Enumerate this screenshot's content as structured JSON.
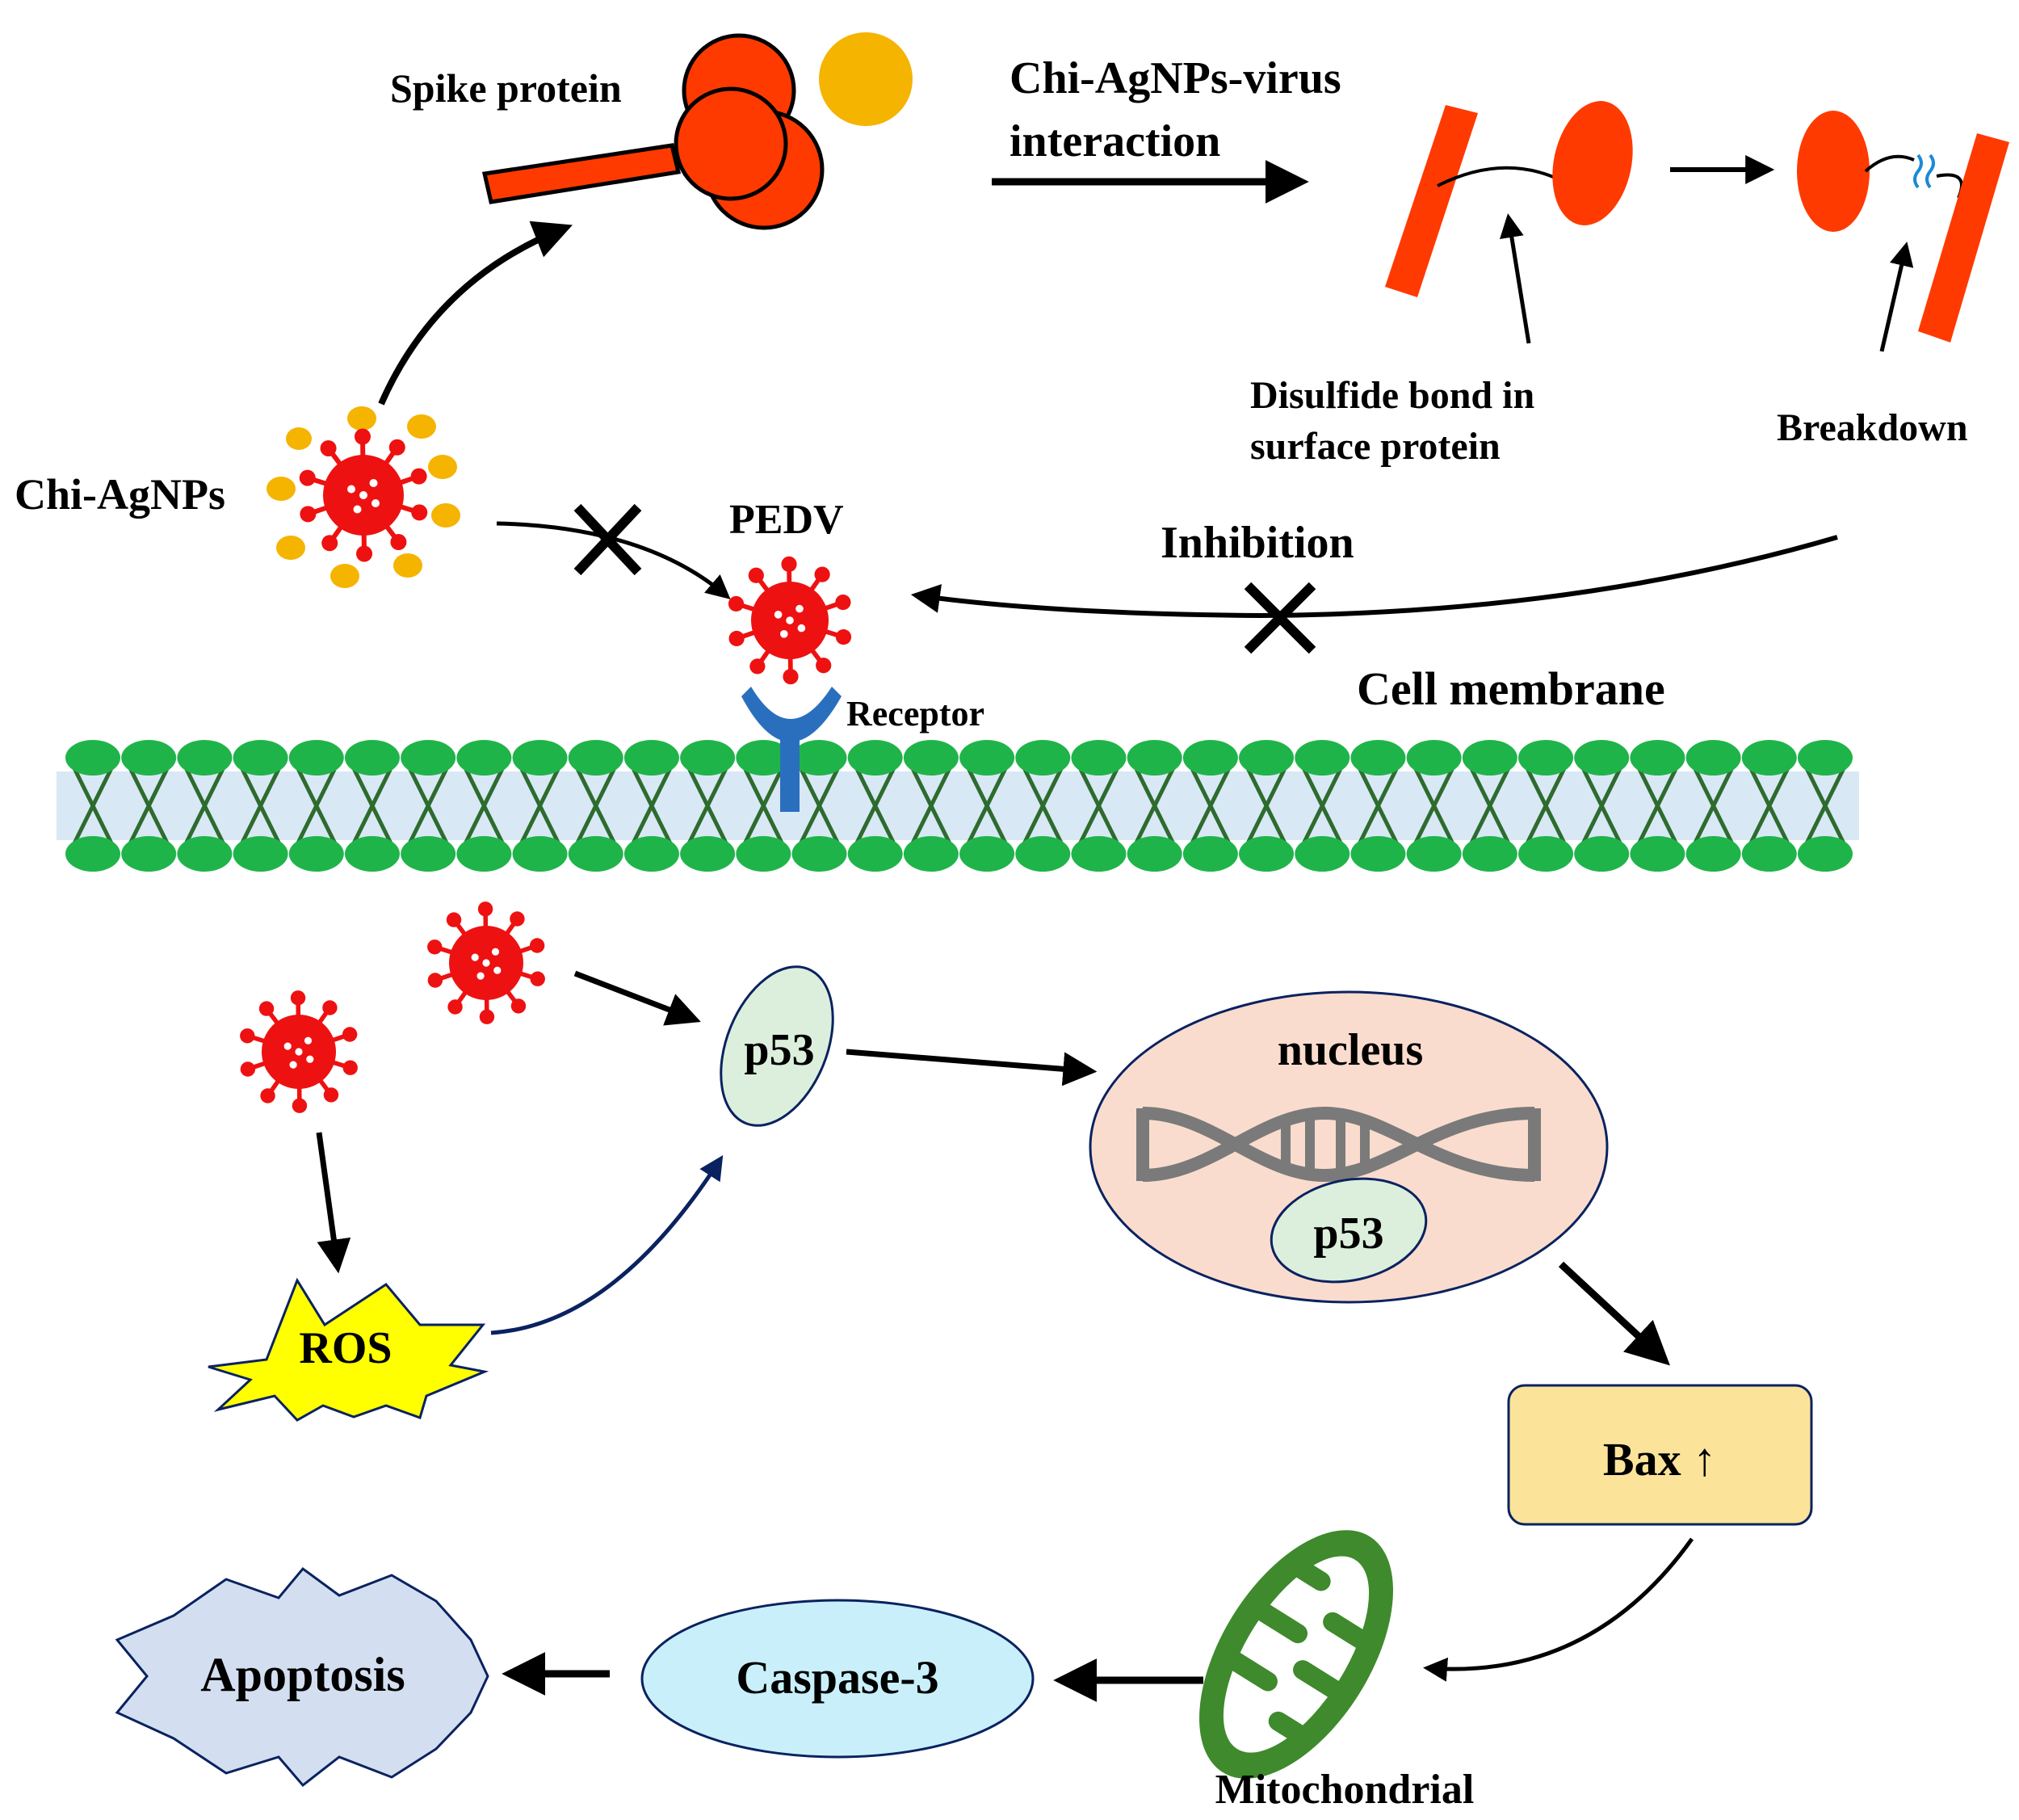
{
  "labels": {
    "spike_protein": "Spike protein",
    "interaction_line1": "Chi-AgNPs-virus",
    "interaction_line2": "interaction",
    "disulfide_line1": "Disulfide bond in",
    "disulfide_line2": "surface protein",
    "breakdown": "Breakdown",
    "chi_agnps": "Chi-AgNPs",
    "pedv": "PEDV",
    "inhibition": "Inhibition",
    "cell_membrane": "Cell membrane",
    "receptor": "Receptor",
    "p53": "p53",
    "nucleus": "nucleus",
    "nucleus_p53": "p53",
    "ros": "ROS",
    "bax": "Bax ↑",
    "mitochondrial": "Mitochondrial",
    "caspase3": "Caspase-3",
    "apoptosis": "Apoptosis"
  },
  "colors": {
    "virus": "#ee1111",
    "nanoparticle": "#f5b400",
    "protein": "#ff3a00",
    "membrane_head": "#1fb44a",
    "membrane_tail": "#2e6b2e",
    "membrane_band": "#d8e8f5",
    "receptor": "#2a6fbe",
    "dna": "#7a7a7a",
    "nucleus_fill": "#fadcce",
    "p53_fill": "#dcefdc",
    "ros_fill": "#ffff00",
    "bax_fill": "#fbe39a",
    "mito": "#3e8a2c",
    "caspase_fill": "#c9f0fa",
    "apoptosis_fill": "#d3dff0",
    "blue_arrow": "#0a2260"
  }
}
